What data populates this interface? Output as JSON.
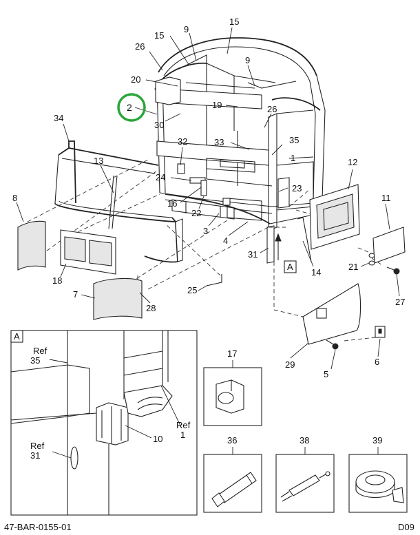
{
  "document": {
    "drawing_id": "47-BAR-0155-01",
    "sheet_code": "D09",
    "view_letter": "A"
  },
  "callouts": {
    "c15a": "15",
    "c15b": "15",
    "c9a": "9",
    "c9b": "9",
    "c26a": "26",
    "c26b": "26",
    "c20": "20",
    "c2": "2",
    "c19": "19",
    "c30": "30",
    "c34": "34",
    "c33": "33",
    "c35": "35",
    "c1": "1",
    "c12": "12",
    "c32": "32",
    "c13": "13",
    "c24": "24",
    "c23": "23",
    "c16": "16",
    "c22": "22",
    "c3": "3",
    "c4": "4",
    "c8": "8",
    "c11": "11",
    "c31": "31",
    "c14": "14",
    "c21": "21",
    "c18": "18",
    "c7": "7",
    "c25": "25",
    "c28": "28",
    "c27": "27",
    "c29": "29",
    "c6": "6",
    "c5": "5",
    "c17": "17",
    "c10": "10",
    "c36": "36",
    "c38": "38",
    "c39": "39"
  },
  "detail_view": {
    "ref35_word": "Ref",
    "ref35_num": "35",
    "ref1_word": "Ref",
    "ref1_num": "1",
    "ref31_word": "Ref",
    "ref31_num": "31"
  },
  "highlight": {
    "color": "#2aa63a",
    "target": "2"
  }
}
